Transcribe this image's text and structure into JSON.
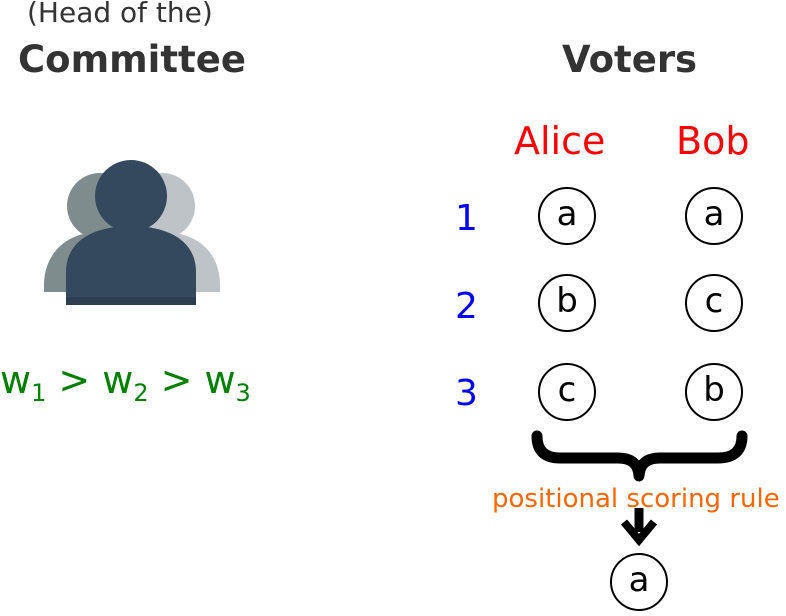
{
  "committee": {
    "subtitle": "(Head of the)",
    "title": "Committee",
    "icon": "group-people-icon",
    "weights": {
      "w1": "w",
      "w1_sub": "1",
      "gt1": ">",
      "w2": "w",
      "w2_sub": "2",
      "gt2": ">",
      "w3": "w",
      "w3_sub": "3"
    }
  },
  "voters": {
    "title": "Voters",
    "names": [
      "Alice",
      "Bob"
    ],
    "ranks": [
      "1",
      "2",
      "3"
    ],
    "alice_prefs": [
      "a",
      "b",
      "c"
    ],
    "bob_prefs": [
      "a",
      "c",
      "b"
    ]
  },
  "aggregation": {
    "label": "positional scoring rule",
    "result": "a"
  },
  "colors": {
    "heading": "#333333",
    "voter_name": "#ff0000",
    "rank": "#0000ff",
    "weights": "#008000",
    "rule": "#ff6600",
    "icon_front": "#34495e",
    "icon_back_left": "#7f8c8d",
    "icon_back_right": "#bdc3c7"
  }
}
